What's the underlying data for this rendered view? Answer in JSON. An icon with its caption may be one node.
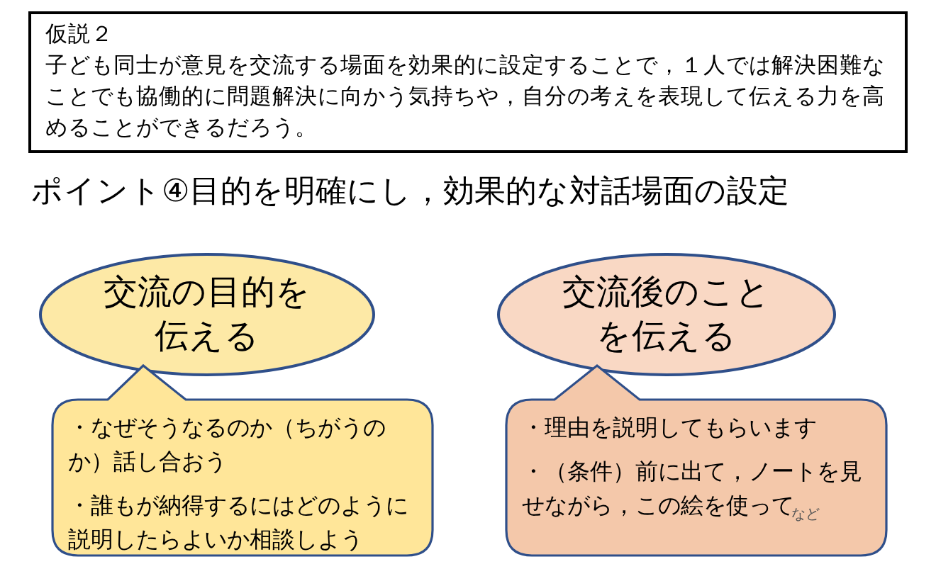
{
  "diagram": {
    "nodes": [
      {
        "text": [
          "仮説２",
          "子ども同士が意見を交流する場面を効果的に設定することで，１人では解決困難なことでも協働的に問題解決に向かう気持ちや，自分の考えを表現して伝える力を高めることができるだろう。"
        ]
      },
      {
        "text": [
          "交流の目的を伝える"
        ]
      },
      {
        "text": [
          "交流後のことを伝える"
        ]
      },
      {
        "text": [
          "・なぜそうなるのか（ちがうのか）話し合おう",
          "・誰もが納得するにはどのように説明したらよいか相談しよう"
        ]
      },
      {
        "text": [
          "・理由を説明してもらいます",
          "・（条件）前に出て，ノートを見せながら，この絵を使って",
          "など"
        ]
      }
    ],
    "labels": [
      "ポイント④目的を明確にし，効果的な対話場面の設定"
    ]
  }
}
